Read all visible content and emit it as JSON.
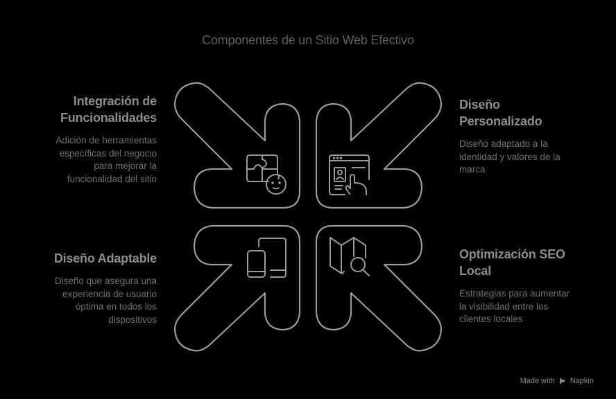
{
  "title": "Componentes de un Sitio Web Efectivo",
  "colors": {
    "background": "#000000",
    "outline": "#9a9a9a",
    "heading": "#8c8c8c",
    "description": "#6f6f6f",
    "title": "#5f5f5f"
  },
  "items": [
    {
      "position": "top-left",
      "heading_line1": "Integración de",
      "heading_line2": "Funcionalidades",
      "description_lines": [
        "Adición de herramientas",
        "específicas del negocio",
        "para mejorar la",
        "funcionalidad del sitio"
      ],
      "icon": "puzzle-face-icon",
      "arrow_direction": "down-right"
    },
    {
      "position": "top-right",
      "heading_line1": "Diseño",
      "heading_line2": "Personalizado",
      "description_lines": [
        "Diseño adaptado a la",
        "identidad y valores de la",
        "marca"
      ],
      "icon": "web-profile-touch-icon",
      "arrow_direction": "down-left"
    },
    {
      "position": "bottom-left",
      "heading_line1": "Diseño Adaptable",
      "heading_line2": "",
      "description_lines": [
        "Diseño que asegura una",
        "experiencia de usuario",
        "óptima en todos los",
        "dispositivos"
      ],
      "icon": "responsive-devices-icon",
      "arrow_direction": "up-right"
    },
    {
      "position": "bottom-right",
      "heading_line1": "Optimización SEO",
      "heading_line2": "Local",
      "description_lines": [
        "Estrategias para aumentar",
        "la visibilidad entre los",
        "clientes locales"
      ],
      "icon": "map-search-icon",
      "arrow_direction": "up-left"
    }
  ],
  "footer": {
    "made_with": "Made with",
    "brand": "Napkin"
  }
}
